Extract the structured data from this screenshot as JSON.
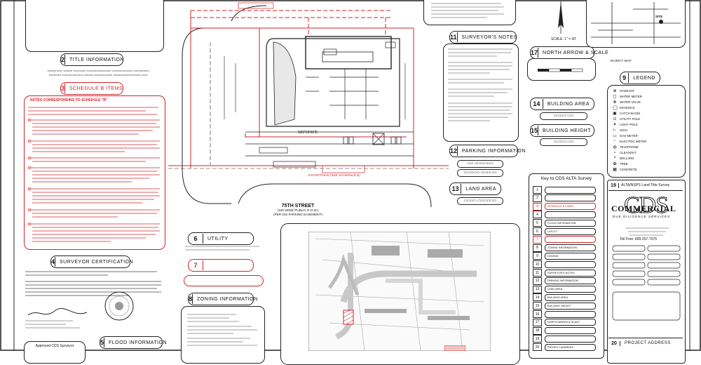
{
  "sections": {
    "title_information": {
      "num": "2",
      "label": "TITLE INFORMATION"
    },
    "schedule_b_items": {
      "num": "3",
      "label": "SCHEDULE B ITEMS"
    },
    "surveyor_certification": {
      "num": "4",
      "label": "SURVEYOR CERTIFICATION"
    },
    "flood_information": {
      "num": "5",
      "label": "FLOOD INFORMATION"
    },
    "utility": {
      "num": "6",
      "label": "UTILITY"
    },
    "section_7": {
      "num": "7",
      "label": ""
    },
    "zoning_information": {
      "num": "8",
      "label": "ZONING INFORMATION"
    },
    "legend": {
      "num": "9",
      "label": "LEGEND"
    },
    "surveyors_notes": {
      "num": "11",
      "label": "SURVEYOR'S NOTES"
    },
    "parking_information": {
      "num": "12",
      "label": "PARKING INFORMATION"
    },
    "land_area": {
      "num": "13",
      "label": "LAND AREA"
    },
    "building_area": {
      "num": "14",
      "label": "BUILDING AREA"
    },
    "building_height": {
      "num": "15",
      "label": "BUILDING HEIGHT"
    },
    "north_arrow_scale": {
      "num": "17",
      "label": "NORTH ARROW & SCALE"
    },
    "alta_title": {
      "num": "19",
      "label": "ALTA/NSPS Land Title Survey"
    },
    "project_address": {
      "num": "20",
      "label": "PROJECT ADDRESS"
    }
  },
  "schedule_b_heading": "NOTES CORRESPONDING TO SCHEDULE \"B\"",
  "street": {
    "name": "75TH STREET",
    "line1": "(100' WIDE PUBLIC R.O.W.)",
    "line2": "(PER GIS PARKING EASEMENT)"
  },
  "key_title": "Key to CDS ALTA Survey",
  "key_rows": [
    {
      "n": "1",
      "label": "",
      "red": false
    },
    {
      "n": "2",
      "label": "",
      "red": false
    },
    {
      "n": "3",
      "label": "SCHEDULE B ITEMS",
      "red": true
    },
    {
      "n": "4",
      "label": "",
      "red": false
    },
    {
      "n": "5",
      "label": "FLOOD INFORMATION",
      "red": false
    },
    {
      "n": "6",
      "label": "UTILITY",
      "red": false
    },
    {
      "n": "7",
      "label": "",
      "red": true
    },
    {
      "n": "8",
      "label": "ZONING INFORMATION",
      "red": false
    },
    {
      "n": "9",
      "label": "LEGEND",
      "red": false
    },
    {
      "n": "10",
      "label": "",
      "red": false
    },
    {
      "n": "11",
      "label": "SURVEYOR'S NOTES",
      "red": false
    },
    {
      "n": "12",
      "label": "PARKING INFORMATION",
      "red": false
    },
    {
      "n": "13",
      "label": "LAND AREA",
      "red": false
    },
    {
      "n": "14",
      "label": "BUILDING AREA",
      "red": false
    },
    {
      "n": "15",
      "label": "BUILDING HEIGHT",
      "red": false
    },
    {
      "n": "16",
      "label": "",
      "red": false
    },
    {
      "n": "17",
      "label": "NORTH ARROW & SCALE",
      "red": false
    },
    {
      "n": "18",
      "label": "",
      "red": false
    },
    {
      "n": "19",
      "label": "",
      "red": false
    },
    {
      "n": "20",
      "label": "PROJECT ADDRESS",
      "red": false
    }
  ],
  "logo": {
    "letters": "CDS",
    "word": "COMMERCIAL",
    "tagline": "DUE DILIGENCE SERVICES",
    "phone": "Toll Free: 800-257-7075"
  },
  "surveyor_sig_block": "Approved CDS Surveyor",
  "site_label": "SITE",
  "vicinity_label": "VICINITY MAP",
  "scale_text": "SCALE: 1\" = 30'",
  "bearing_label": "S89°59'00\"E",
  "partial_ownership": "EXCEPTIONS (SEE SCHEDULE B)",
  "legend_items": [
    "HYDRANT",
    "WATER METER",
    "WATER VALVE",
    "MANHOLE",
    "CATCH BASIN",
    "UTILITY POLE",
    "LIGHT POLE",
    "SIGN",
    "GAS METER",
    "ELECTRIC METER",
    "TELEPHONE",
    "CLEANOUT",
    "BOLLARD",
    "TREE",
    "CONCRETE"
  ],
  "legend_symbols": [
    "⊕",
    "◻",
    "⊗",
    "◯",
    "▣",
    "⊙",
    "✶",
    "⊢",
    "▭",
    "▫",
    "◍",
    "∘",
    "•",
    "✿",
    "▦"
  ],
  "colors": {
    "red": "#d0242b",
    "ink": "#222222"
  }
}
